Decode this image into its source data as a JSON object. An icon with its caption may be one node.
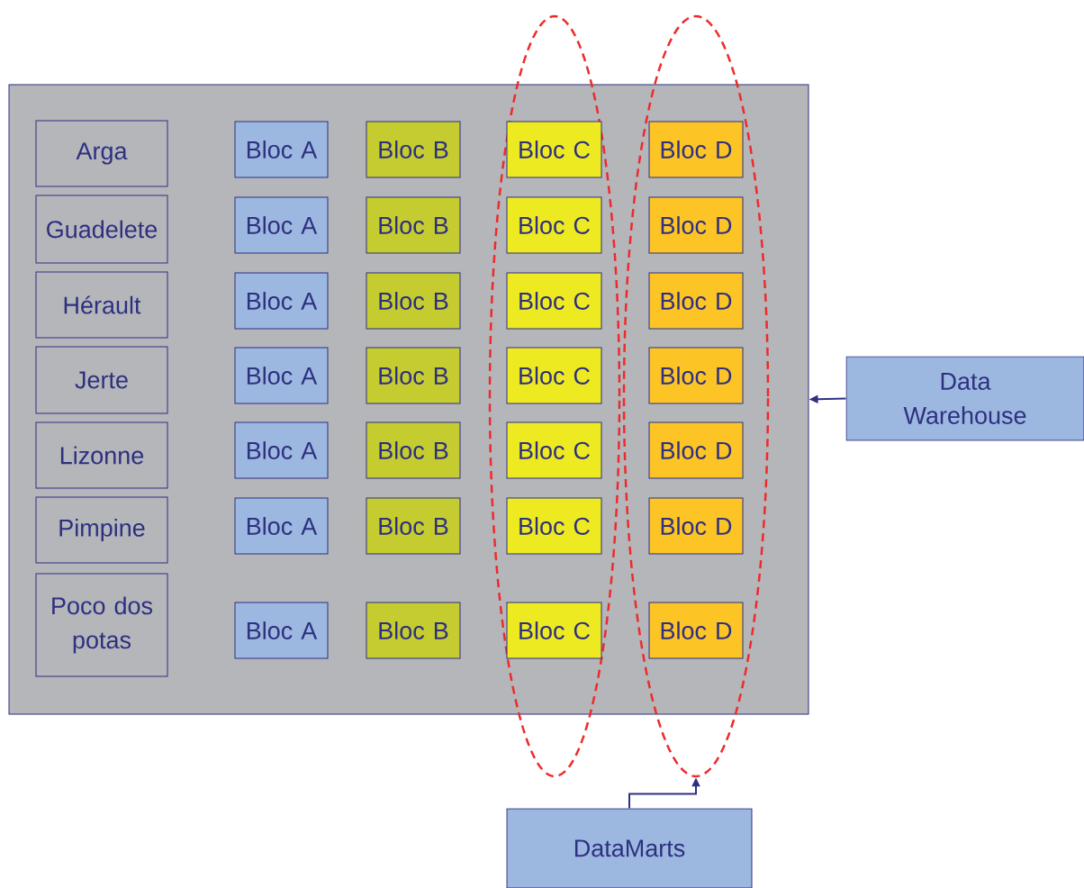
{
  "diagram": {
    "nodes": [
      {
        "text": [],
        "shape": "box"
      },
      {
        "text": [],
        "shape": "ellipse"
      },
      {
        "text": [],
        "shape": "ellipse"
      },
      {
        "text": [
          "Arga"
        ],
        "in": 0
      },
      {
        "text": [
          "Bloc A"
        ],
        "in": 0
      },
      {
        "text": [
          "Bloc B"
        ],
        "in": 0
      },
      {
        "text": [
          "Bloc C"
        ],
        "in": 1
      },
      {
        "text": [
          "Bloc D"
        ],
        "in": 2
      },
      {
        "text": [
          "Guadelete"
        ],
        "in": 0
      },
      {
        "text": [
          "Bloc A"
        ],
        "in": 0
      },
      {
        "text": [
          "Bloc B"
        ],
        "in": 0
      },
      {
        "text": [
          "Bloc C"
        ],
        "in": 1
      },
      {
        "text": [
          "Bloc D"
        ],
        "in": 2
      },
      {
        "text": [
          "Hérault"
        ],
        "in": 0
      },
      {
        "text": [
          "Bloc A"
        ],
        "in": 0
      },
      {
        "text": [
          "Bloc B"
        ],
        "in": 0
      },
      {
        "text": [
          "Bloc C"
        ],
        "in": 1
      },
      {
        "text": [
          "Bloc D"
        ],
        "in": 2
      },
      {
        "text": [
          "Jerte"
        ],
        "in": 0
      },
      {
        "text": [
          "Bloc A"
        ],
        "in": 0
      },
      {
        "text": [
          "Bloc B"
        ],
        "in": 0
      },
      {
        "text": [
          "Bloc C"
        ],
        "in": 1
      },
      {
        "text": [
          "Bloc D"
        ],
        "in": 2
      },
      {
        "text": [
          "Lizonne"
        ],
        "in": 0
      },
      {
        "text": [
          "Bloc A"
        ],
        "in": 0
      },
      {
        "text": [
          "Bloc B"
        ],
        "in": 0
      },
      {
        "text": [
          "Bloc C"
        ],
        "in": 1
      },
      {
        "text": [
          "Bloc D"
        ],
        "in": 2
      },
      {
        "text": [
          "Pimpine"
        ],
        "in": 0
      },
      {
        "text": [
          "Bloc A"
        ],
        "in": 0
      },
      {
        "text": [
          "Bloc B"
        ],
        "in": 0
      },
      {
        "text": [
          "Bloc C"
        ],
        "in": 1
      },
      {
        "text": [
          "Bloc D"
        ],
        "in": 2
      },
      {
        "text": [
          "Poco dos potas"
        ],
        "in": 0
      },
      {
        "text": [
          "Bloc A"
        ],
        "in": 0
      },
      {
        "text": [
          "Bloc B"
        ],
        "in": 0
      },
      {
        "text": [
          "Bloc C"
        ],
        "in": 1
      },
      {
        "text": [
          "Bloc D"
        ],
        "in": 2
      },
      {
        "text": [
          "Data Warehouse"
        ]
      },
      {
        "text": [
          "DataMarts"
        ]
      }
    ],
    "edges": [
      {
        "from": 38,
        "to": 0,
        "arrow": "to"
      },
      {
        "from": 39,
        "to": 2,
        "arrow": "to"
      }
    ]
  }
}
